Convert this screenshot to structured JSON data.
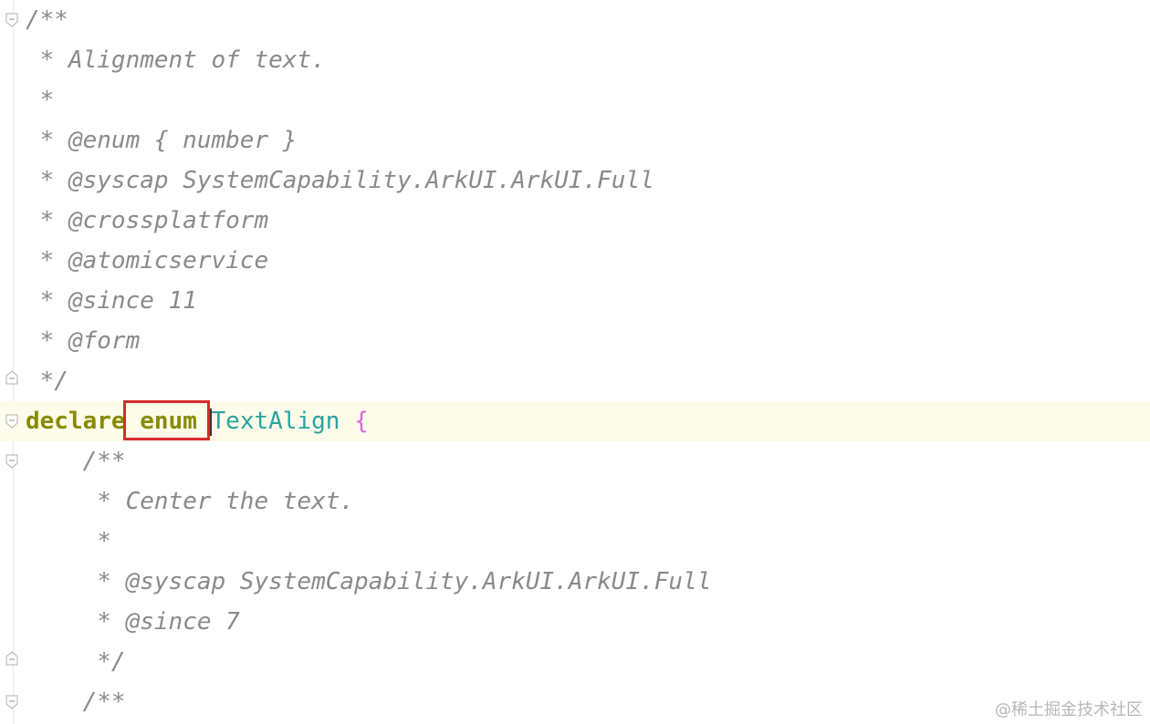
{
  "lines": [
    {
      "text": "/**",
      "indent": ""
    },
    {
      "text": " * Alignment of text.",
      "indent": ""
    },
    {
      "text": " *",
      "indent": ""
    },
    {
      "text": " * @enum { number }",
      "indent": ""
    },
    {
      "text": " * @syscap SystemCapability.ArkUI.ArkUI.Full",
      "indent": ""
    },
    {
      "text": " * @crossplatform",
      "indent": ""
    },
    {
      "text": " * @atomicservice",
      "indent": ""
    },
    {
      "text": " * @since 11",
      "indent": ""
    },
    {
      "text": " * @form",
      "indent": ""
    },
    {
      "text": " */",
      "indent": ""
    },
    {
      "keyword1": "declare",
      "keyword2": "enum",
      "class_name": "TextAlign",
      "brace": "{"
    },
    {
      "text": "/**",
      "indent": "    "
    },
    {
      "text": " * Center the text.",
      "indent": "    "
    },
    {
      "text": " *",
      "indent": "    "
    },
    {
      "text": " * @syscap SystemCapability.ArkUI.ArkUI.Full",
      "indent": "    "
    },
    {
      "text": " * @since 7",
      "indent": "    "
    },
    {
      "text": " */",
      "indent": "    "
    },
    {
      "text": "/**",
      "indent": "    "
    }
  ],
  "watermark": "@稀土掘金技术社区",
  "colors": {
    "keyword": "#8a8a00",
    "class_name": "#2aa3a0",
    "brace": "#d86bd8",
    "comment": "#8a8a8a",
    "highlight_box": "#d82c2c",
    "current_line": "#fdfbe9"
  }
}
